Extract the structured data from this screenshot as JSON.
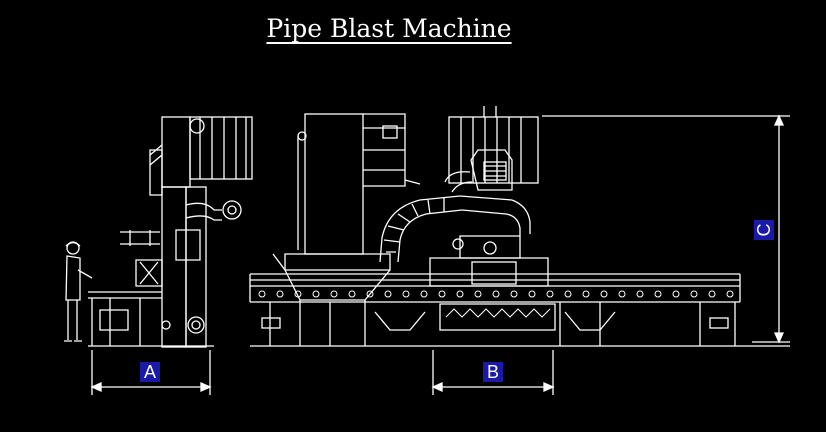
{
  "title": "Pipe Blast Machine",
  "dimensions": {
    "a": "A",
    "b": "B",
    "c": "C"
  },
  "colors": {
    "background": "#000000",
    "lines": "#ffffff",
    "label_fill": "#1a1aa8"
  }
}
